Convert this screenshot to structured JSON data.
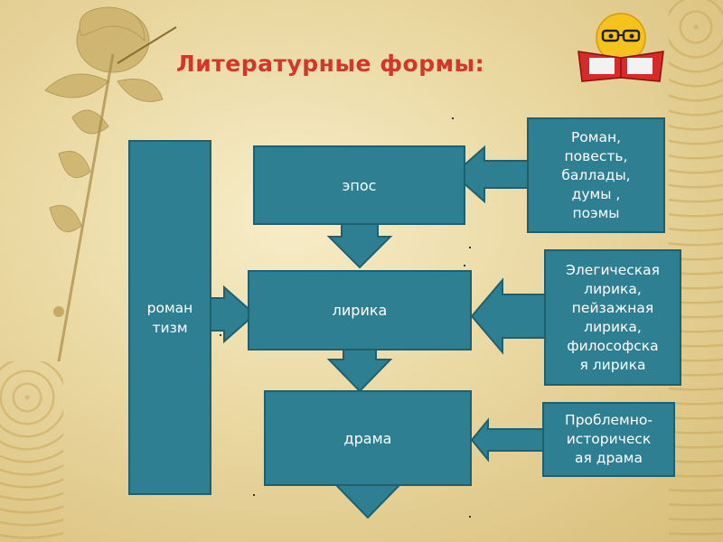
{
  "title": "Литературные формы:",
  "main": {
    "label": "роман тизм",
    "line1": "роман",
    "line2": "тизм"
  },
  "forms": {
    "epos": "эпос",
    "lyrics": "лирика",
    "drama": "драма"
  },
  "notes": {
    "epos": [
      "Роман,",
      "повесть,",
      "баллады,",
      "думы ,",
      "поэмы"
    ],
    "lyrics": [
      "Элегическая",
      "лирика,",
      "пейзажная",
      "лирика,",
      "философска",
      "я лирика"
    ],
    "drama": [
      "Проблемно-",
      "историческ",
      "ая драма"
    ]
  },
  "colors": {
    "box": "#2f7f93",
    "box_border": "#1f5f6e",
    "title": "#d2372a"
  },
  "icons": {
    "flower": "rose-decoration",
    "smiley": "reading-smiley-icon"
  }
}
